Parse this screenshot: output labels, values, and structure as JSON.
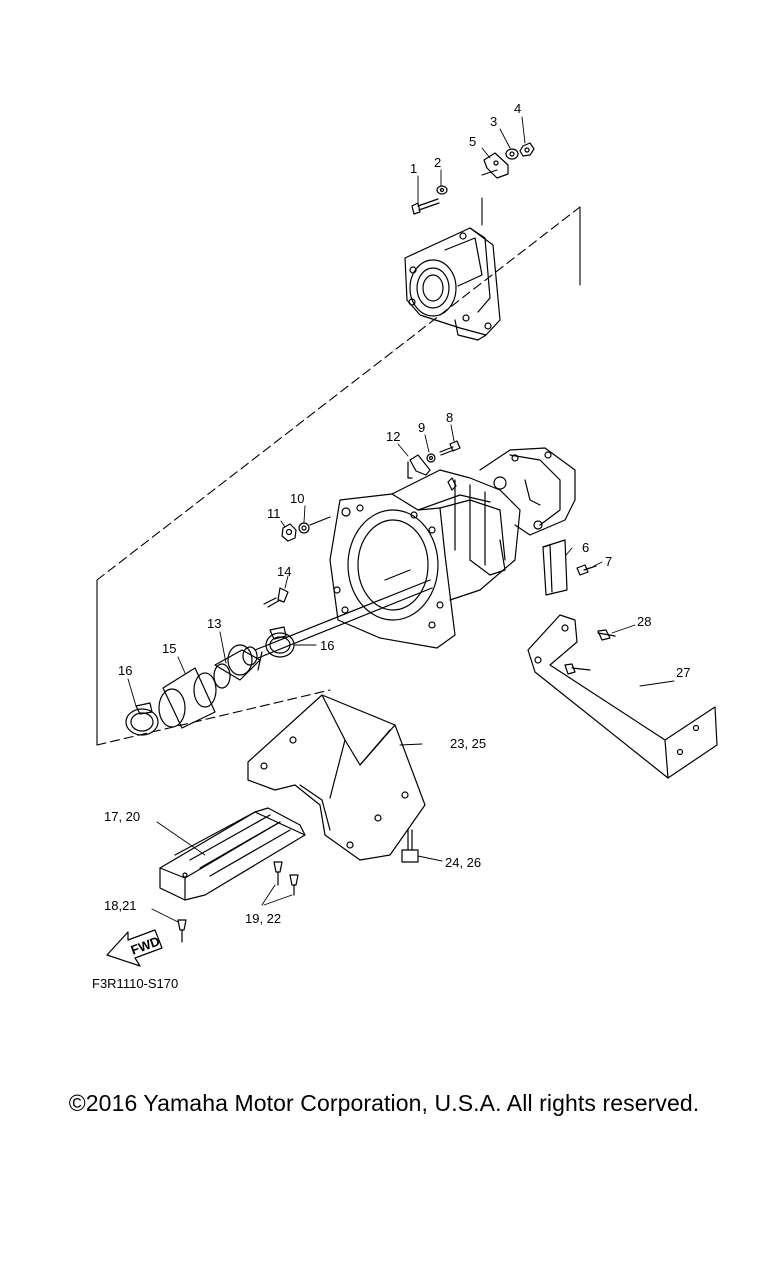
{
  "diagram": {
    "callouts": [
      {
        "id": "c1",
        "label": "1"
      },
      {
        "id": "c2",
        "label": "2"
      },
      {
        "id": "c3",
        "label": "3"
      },
      {
        "id": "c4",
        "label": "4"
      },
      {
        "id": "c5",
        "label": "5"
      },
      {
        "id": "c6",
        "label": "6"
      },
      {
        "id": "c7",
        "label": "7"
      },
      {
        "id": "c8",
        "label": "8"
      },
      {
        "id": "c9",
        "label": "9"
      },
      {
        "id": "c10",
        "label": "10"
      },
      {
        "id": "c11",
        "label": "11"
      },
      {
        "id": "c12",
        "label": "12"
      },
      {
        "id": "c13",
        "label": "13"
      },
      {
        "id": "c14",
        "label": "14"
      },
      {
        "id": "c15",
        "label": "15"
      },
      {
        "id": "c16a",
        "label": "16"
      },
      {
        "id": "c16b",
        "label": "16"
      },
      {
        "id": "c17",
        "label": "17, 20"
      },
      {
        "id": "c18",
        "label": "18,21"
      },
      {
        "id": "c19",
        "label": "19, 22"
      },
      {
        "id": "c23",
        "label": "23, 25"
      },
      {
        "id": "c24",
        "label": "24, 26"
      },
      {
        "id": "c27",
        "label": "27"
      },
      {
        "id": "c28",
        "label": "28"
      }
    ],
    "fwd_label": "FWD",
    "figure_code": "F3R1110-S170"
  },
  "copyright": "©2016 Yamaha Motor Corporation, U.S.A. All rights reserved."
}
